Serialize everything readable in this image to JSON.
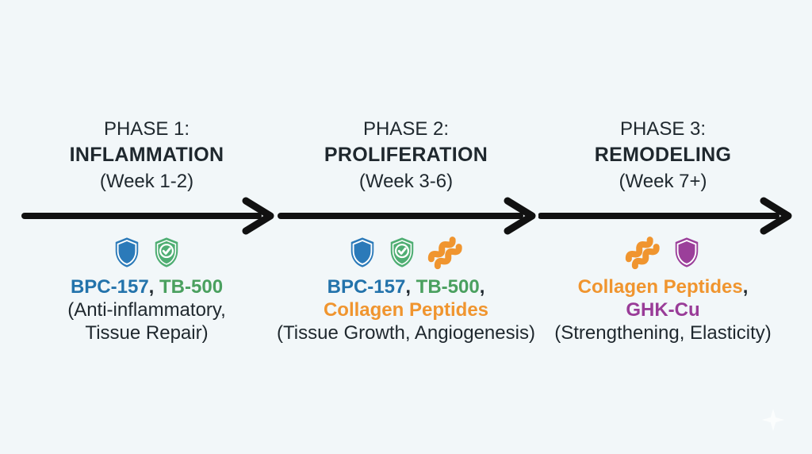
{
  "background_color": "#f2f7f9",
  "colors": {
    "dark": "#1f282e",
    "blue": "#2373ab",
    "green": "#4aa05f",
    "orange": "#f0952f",
    "purple": "#993c98",
    "arrow": "#111111",
    "shield_blue": "#2b7ab9",
    "shield_green": "#4fae73",
    "shield_purple": "#9b3f9a",
    "collagen_orange": "#f0952f",
    "icon_detail_white": "#ffffff"
  },
  "phases": [
    {
      "title": "PHASE 1:",
      "name": "INFLAMMATION",
      "weeks": "(Week 1-2)",
      "icon_names": [
        "blue-shield-icon",
        "green-check-shield-icon"
      ],
      "lines": [
        {
          "style": "peptides",
          "segments": [
            {
              "text": "BPC-157",
              "color": "blue"
            },
            {
              "text": ", ",
              "color": "dark"
            },
            {
              "text": "TB-500",
              "color": "green"
            }
          ]
        },
        {
          "style": "desc",
          "segments": [
            {
              "text": "(Anti-inflammatory,",
              "color": "dark"
            }
          ]
        },
        {
          "style": "desc",
          "segments": [
            {
              "text": "Tissue Repair)",
              "color": "dark"
            }
          ]
        }
      ]
    },
    {
      "title": "PHASE 2:",
      "name": "PROLIFERATION",
      "weeks": "(Week 3-6)",
      "icon_names": [
        "blue-shield-icon",
        "green-check-shield-icon",
        "collagen-icon"
      ],
      "lines": [
        {
          "style": "peptides",
          "segments": [
            {
              "text": "BPC-157",
              "color": "blue"
            },
            {
              "text": ", ",
              "color": "dark"
            },
            {
              "text": "TB-500",
              "color": "green"
            },
            {
              "text": ",",
              "color": "dark"
            }
          ]
        },
        {
          "style": "peptides",
          "segments": [
            {
              "text": "Collagen Peptides",
              "color": "orange"
            }
          ]
        },
        {
          "style": "desc",
          "segments": [
            {
              "text": "(Tissue Growth, Angiogenesis)",
              "color": "dark"
            }
          ]
        }
      ]
    },
    {
      "title": "PHASE 3:",
      "name": "REMODELING",
      "weeks": "(Week 7+)",
      "icon_names": [
        "collagen-icon",
        "purple-shield-icon"
      ],
      "lines": [
        {
          "style": "peptides",
          "segments": [
            {
              "text": "Collagen Peptides",
              "color": "orange"
            },
            {
              "text": ",",
              "color": "dark"
            }
          ]
        },
        {
          "style": "peptides",
          "segments": [
            {
              "text": "GHK-Cu",
              "color": "purple"
            }
          ]
        },
        {
          "style": "desc",
          "segments": [
            {
              "text": "(Strengthening, Elasticity)",
              "color": "dark"
            }
          ]
        }
      ]
    }
  ],
  "timeline": {
    "arrow_count": 3,
    "arrow_color": "#111111"
  },
  "watermark": {
    "icon": "sparkle-icon"
  }
}
